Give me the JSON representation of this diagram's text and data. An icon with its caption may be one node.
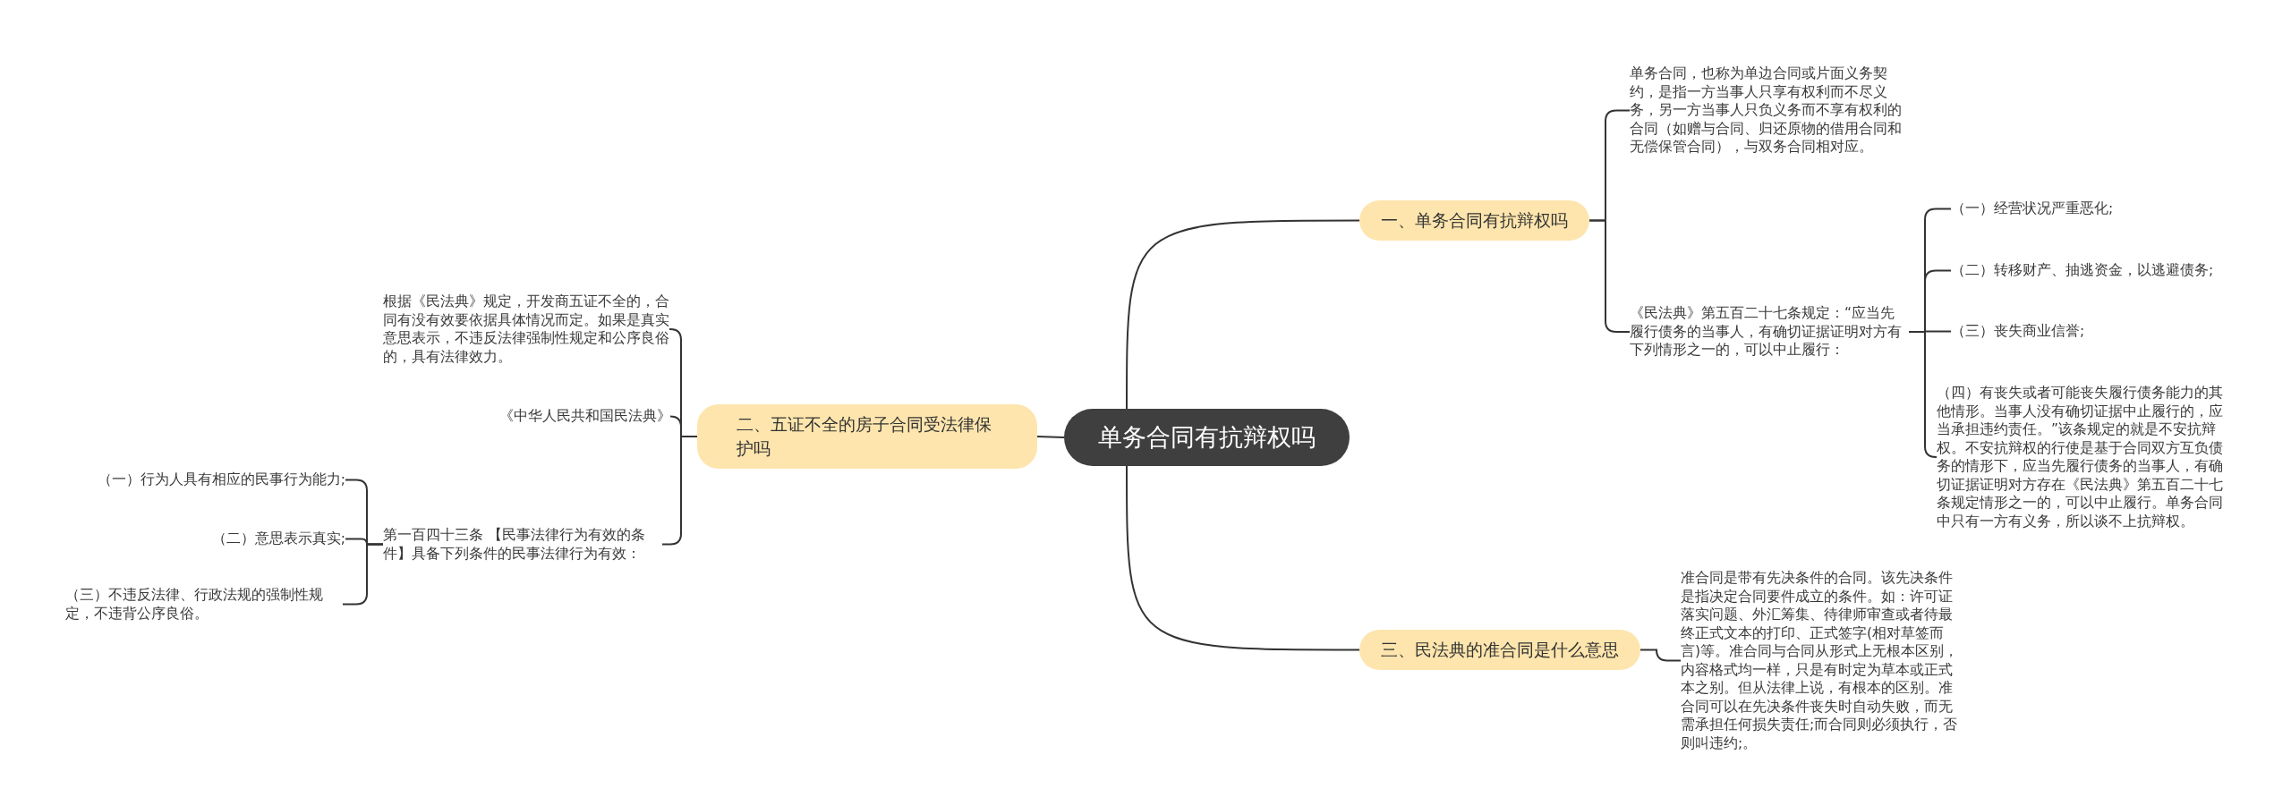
{
  "diagram": {
    "nodes": [
      {
        "text": [
          "单务合同有抗辩权吗"
        ]
      },
      {
        "text": [
          "一、单务合同有抗辩权吗"
        ]
      },
      {
        "text": [
          "单务合同，也称为单边合同或片面义务契约，是指一方当事人只享有权利而不尽义务，另一方当事人只负义务而不享有权利的合同（如赠与合同、归还原物的借用合同和无偿保管合同），与双务合同相对应。"
        ]
      },
      {
        "text": [
          "《民法典》第五百二十七条规定：“应当先履行债务的当事人，有确切证据证明对方有下列情形之一的，可以中止履行："
        ]
      },
      {
        "text": [
          "（一）经营状况严重恶化;"
        ]
      },
      {
        "text": [
          "（二）转移财产、抽逃资金，以逃避债务;"
        ]
      },
      {
        "text": [
          "（三）丧失商业信誉;"
        ]
      },
      {
        "text": [
          "（四）有丧失或者可能丧失履行债务能力的其他情形。当事人没有确切证据中止履行的，应当承担违约责任。”该条规定的就是不安抗辩权。不安抗辩权的行使是基于合同双方互负债务的情形下，应当先履行债务的当事人，有确切证据证明对方存在《民法典》第五百二十七条规定情形之一的，可以中止履行。单务合同中只有一方有义务，所以谈不上抗辩权。"
        ]
      },
      {
        "text": [
          "二、五证不全的房子合同受法律保护吗"
        ]
      },
      {
        "text": [
          "根据《民法典》规定，开发商五证不全的，合同有没有效要依据具体情况而定。如果是真实意思表示，不违反法律强制性规定和公序良俗的，具有法律效力。"
        ]
      },
      {
        "text": [
          "《中华人民共和国民法典》"
        ]
      },
      {
        "text": [
          "第一百四十三条 【民事法律行为有效的条件】具备下列条件的民事法律行为有效："
        ]
      },
      {
        "text": [
          "（一）行为人具有相应的民事行为能力;"
        ]
      },
      {
        "text": [
          "（二）意思表示真实;"
        ]
      },
      {
        "text": [
          "（三）不违反法律、行政法规的强制性规定，不违背公序良俗。"
        ]
      },
      {
        "text": [
          "三、民法典的准合同是什么意思"
        ]
      },
      {
        "text": [
          "准合同是带有先决条件的合同。该先决条件是指决定合同要件成立的条件。如：许可证落实问题、外汇筹集、待律师审查或者待最终正式文本的打印、正式签字(相对草签而言)等。准合同与合同从形式上无根本区别，内容格式均一样，只是有时定为草本或正式本之别。但从法律上说，有根本的区别。准合同可以在先决条件丧失时自动失败，而无需承担任何损失责任;而合同则必须执行，否则叫违约;。"
        ]
      }
    ],
    "edges": [
      {
        "from": 0,
        "to": 1,
        "arrow": "none"
      },
      {
        "from": 1,
        "to": 2,
        "arrow": "none"
      },
      {
        "from": 1,
        "to": 3,
        "arrow": "none"
      },
      {
        "from": 3,
        "to": 4,
        "arrow": "none"
      },
      {
        "from": 3,
        "to": 5,
        "arrow": "none"
      },
      {
        "from": 3,
        "to": 6,
        "arrow": "none"
      },
      {
        "from": 3,
        "to": 7,
        "arrow": "none"
      },
      {
        "from": 0,
        "to": 8,
        "arrow": "none"
      },
      {
        "from": 8,
        "to": 9,
        "arrow": "none"
      },
      {
        "from": 8,
        "to": 10,
        "arrow": "none"
      },
      {
        "from": 8,
        "to": 11,
        "arrow": "none"
      },
      {
        "from": 11,
        "to": 12,
        "arrow": "none"
      },
      {
        "from": 11,
        "to": 13,
        "arrow": "none"
      },
      {
        "from": 11,
        "to": 14,
        "arrow": "none"
      },
      {
        "from": 0,
        "to": 15,
        "arrow": "none"
      },
      {
        "from": 15,
        "to": 16,
        "arrow": "none"
      }
    ]
  }
}
